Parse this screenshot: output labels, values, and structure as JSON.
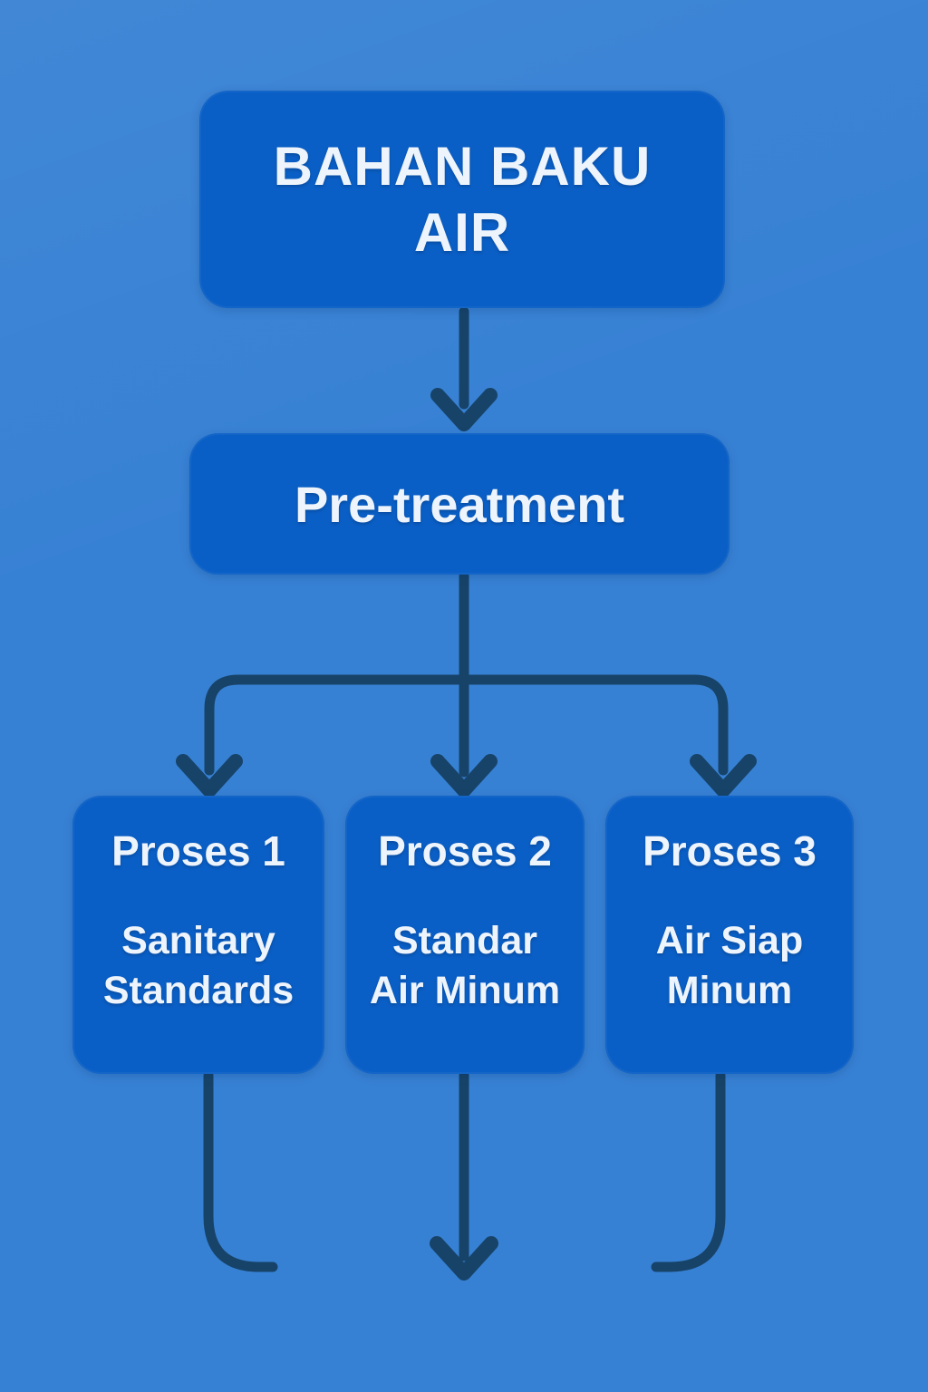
{
  "colors": {
    "background": "#3781d4",
    "box_fill": "#0a5fc6",
    "connector": "#174369",
    "text": "#eef4fb"
  },
  "diagram": {
    "root": {
      "label": "BAHAN BAKU\nAIR"
    },
    "stage": {
      "label": "Pre-treatment"
    },
    "processes": [
      {
        "title": "Proses 1",
        "subtitle": "Sanitary\nStandards"
      },
      {
        "title": "Proses 2",
        "subtitle": "Standar\nAir Minum"
      },
      {
        "title": "Proses 3",
        "subtitle": "Air Siap\nMinum"
      }
    ]
  }
}
